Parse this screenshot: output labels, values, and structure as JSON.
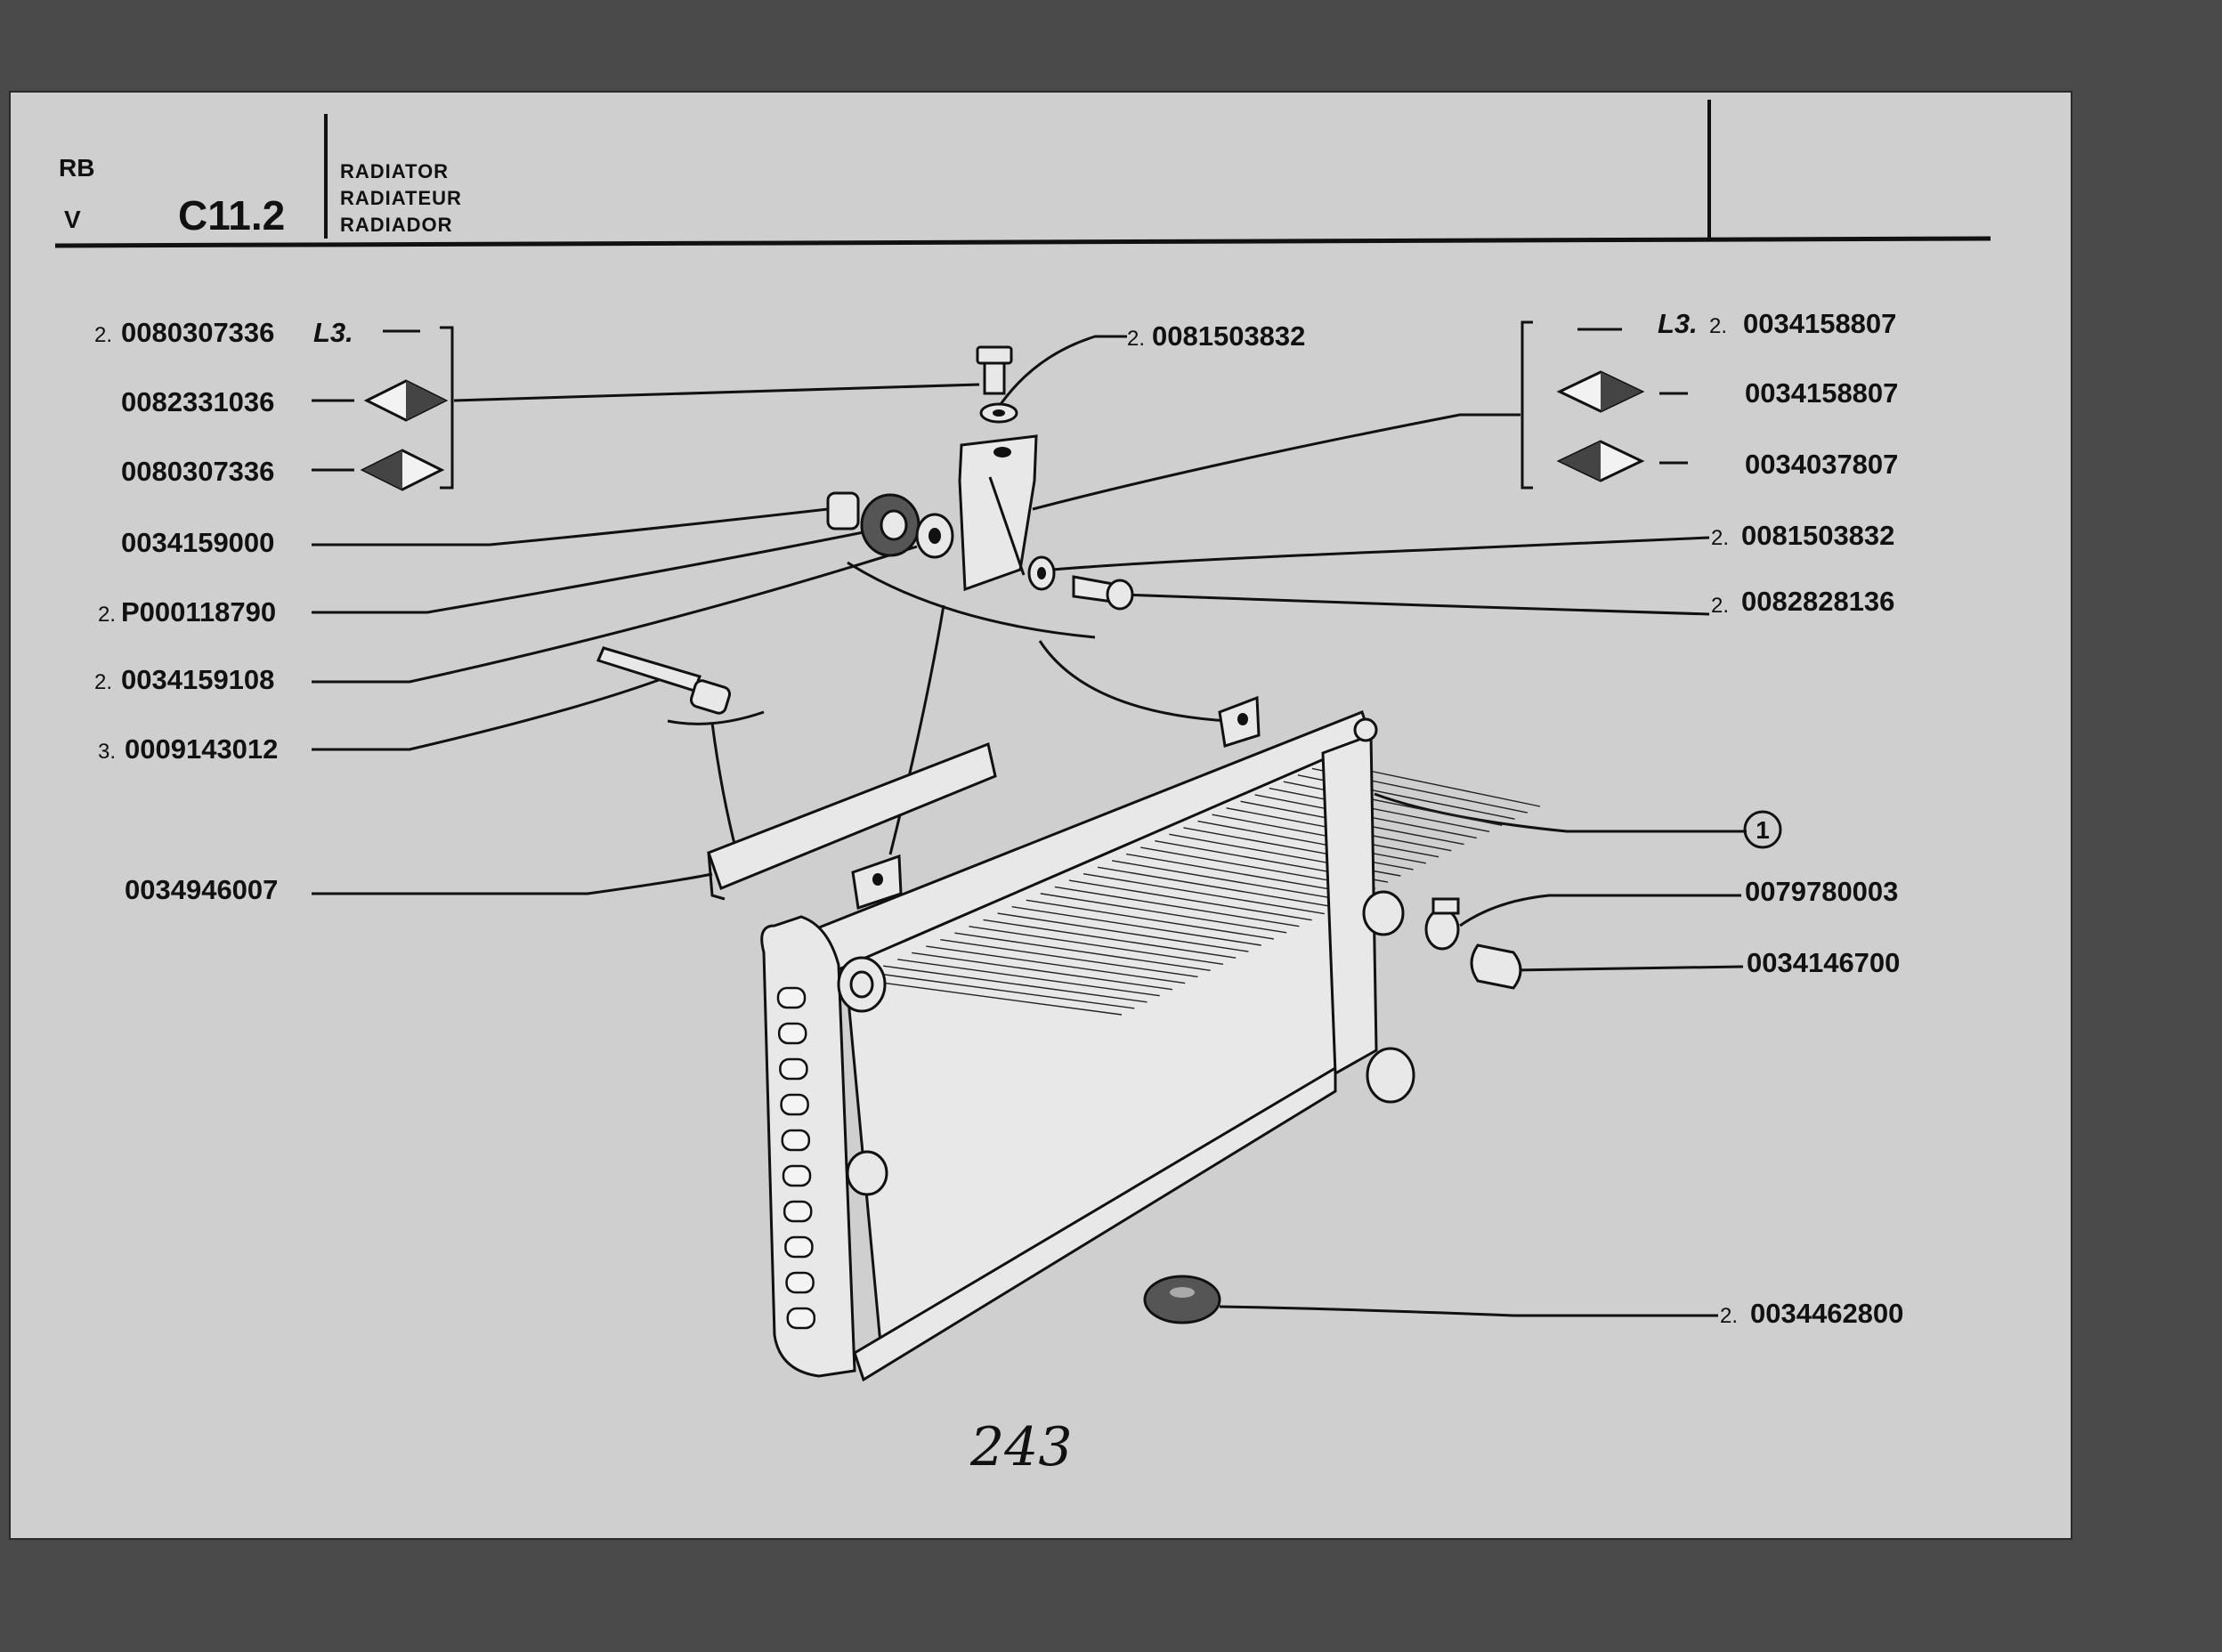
{
  "header": {
    "model_line1": "RB",
    "model_line2": "V",
    "section_code": "C11.2",
    "titles": [
      "RADIATOR",
      "RADIATEUR",
      "RADIADOR"
    ]
  },
  "markers": {
    "l3": "L3."
  },
  "parts_left": [
    {
      "qty": "2.",
      "number": "0080307336"
    },
    {
      "qty": "",
      "number": "0082331036"
    },
    {
      "qty": "",
      "number": "0080307336"
    },
    {
      "qty": "",
      "number": "0034159000"
    },
    {
      "qty": "2.",
      "number": "P000118790"
    },
    {
      "qty": "2.",
      "number": "0034159108"
    },
    {
      "qty": "3.",
      "number": "0009143012"
    },
    {
      "qty": "",
      "number": "0034946007"
    }
  ],
  "parts_top": [
    {
      "qty": "2.",
      "number": "0081503832"
    }
  ],
  "parts_right": [
    {
      "qty": "2.",
      "number": "0034158807"
    },
    {
      "qty": "",
      "number": "0034158807"
    },
    {
      "qty": "",
      "number": "0034037807"
    },
    {
      "qty": "2.",
      "number": "0081503832"
    },
    {
      "qty": "2.",
      "number": "0082828136"
    },
    {
      "qty": "",
      "number": "0079780003"
    },
    {
      "qty": "",
      "number": "0034146700"
    },
    {
      "qty": "2.",
      "number": "0034462800"
    }
  ],
  "callout": "1",
  "page_number": "243",
  "colors": {
    "paper": "#cfcfcf",
    "background": "#4a4a4a",
    "ink": "#111111"
  }
}
